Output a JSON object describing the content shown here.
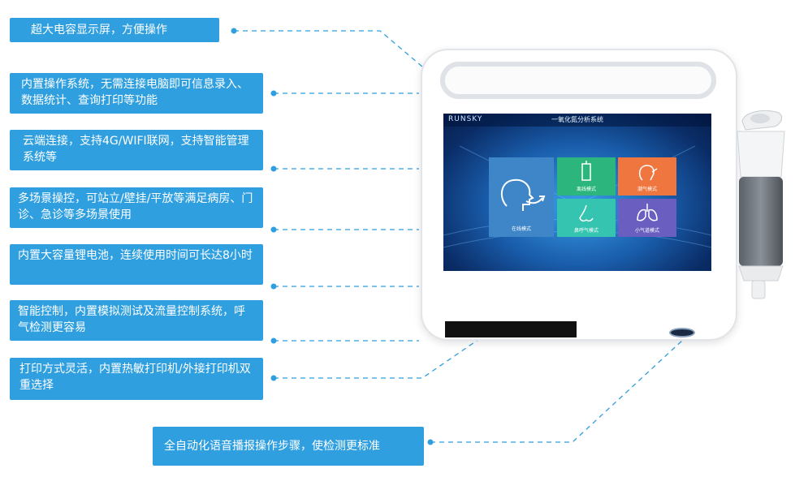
{
  "callouts": [
    "超大电容显示屏，方便操作",
    "内置操作系统，无需连接电脑即可信息录入、数据统计、查询打印等功能",
    "云端连接，支持4G/WIFI联网，支持智能管理系统等",
    "多场景操控，可站立/壁挂/平放等满足病房、门诊、急诊等多场景使用",
    "内置大容量锂电池，连续使用时间可长达8小时",
    "智能控制，内置模拟测试及流量控制系统，呼气检测更容易",
    "打印方式灵活，内置热敏打印机/外接打印机双重选择",
    "全自动化语音播报操作步骤，使检测更标准"
  ],
  "screen": {
    "brand": "RUNSKY",
    "title": "一氧化氮分析系统",
    "tiles": [
      {
        "label": "在线模式",
        "color": "#3f86c9"
      },
      {
        "label": "离线模式",
        "color": "#2cb67d"
      },
      {
        "label": "潮气模式",
        "color": "#f0763f"
      },
      {
        "label": "鼻呼气模式",
        "color": "#35c4b0"
      },
      {
        "label": "小气道模式",
        "color": "#6a5fc0"
      }
    ]
  },
  "colors": {
    "callout_bg": "#2f9fe0",
    "leader": "#2f9fe0"
  }
}
